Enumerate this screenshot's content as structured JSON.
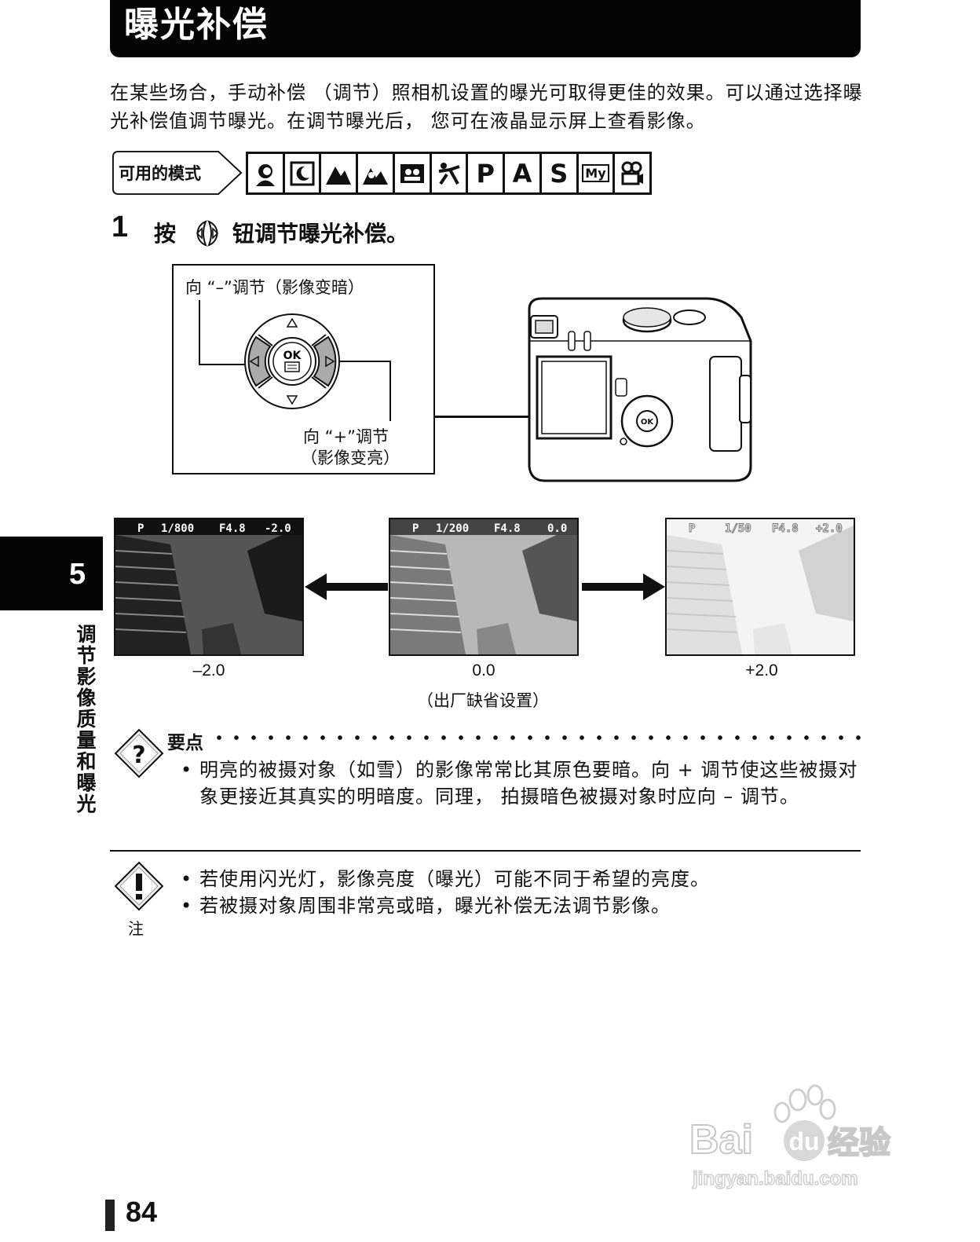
{
  "header": {
    "title": "曝光补偿"
  },
  "intro": "在某些场合，手动补偿 （调节）照相机设置的曝光可取得更佳的效果。可以通过选择曝光补偿值调节曝光。在调节曝光后， 您可在液晶显示屏上查看影像。",
  "modes": {
    "label": "可用的模式",
    "items": [
      "portrait-icon",
      "night-scene-icon",
      "landscape-icon",
      "landscape-portrait-icon",
      "self-portrait-icon",
      "sports-icon",
      "P",
      "A",
      "S",
      "My",
      "movie-icon"
    ]
  },
  "step": {
    "number": "1",
    "text_before": "按",
    "button_icon": "left-right-arrow-buttons-icon",
    "text_after": "钮调节曝光补偿。"
  },
  "diagram": {
    "minus_label": "向 “–”调节（影像变暗）",
    "plus_label_1": "向 “+”调节",
    "plus_label_2": "（影像变亮）",
    "ok_label": "OK"
  },
  "previews": [
    {
      "overlay_mode": "P",
      "overlay_shutter": "1/800",
      "overlay_aperture": "F4.8",
      "overlay_ev": "-2.0",
      "caption": "–2.0"
    },
    {
      "overlay_mode": "P",
      "overlay_shutter": "1/200",
      "overlay_aperture": "F4.8",
      "overlay_ev": "0.0",
      "caption": "0.0"
    },
    {
      "overlay_mode": "P",
      "overlay_shutter": "1/50",
      "overlay_aperture": "F4.8",
      "overlay_ev": "+2.0",
      "caption": "+2.0"
    }
  ],
  "default_caption": "（出厂缺省设置）",
  "chapter": {
    "number": "5",
    "title": "调节影像质量和曝光"
  },
  "tips": {
    "heading": "要点",
    "items": [
      "明亮的被摄对象（如雪）的影像常常比其原色要暗。向 + 调节使这些被摄对象更接近其真实的明暗度。同理， 拍摄暗色被摄对象时应向 – 调节。"
    ]
  },
  "notes": {
    "label": "注",
    "items": [
      "若使用闪光灯，影像亮度（曝光）可能不同于希望的亮度。",
      "若被摄对象周围非常亮或暗，曝光补偿无法调节影像。"
    ]
  },
  "footer": {
    "page_number": "84"
  },
  "watermark": {
    "brand": "Bai",
    "brand2": "du",
    "cn": "经验",
    "url": "jingyan.baidu.com"
  }
}
